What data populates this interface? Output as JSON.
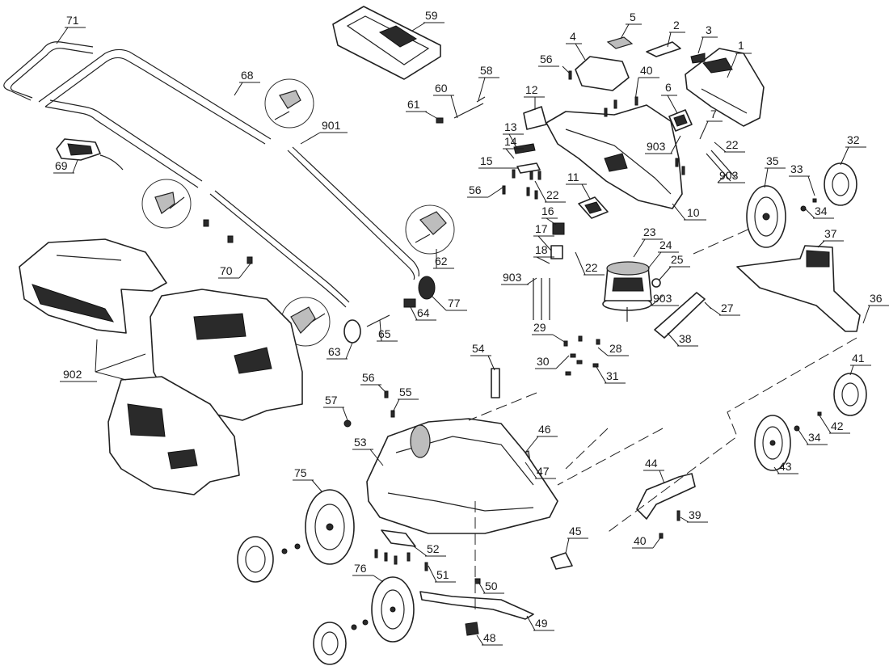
{
  "labels": {
    "p1": "1",
    "p2": "2",
    "p3": "3",
    "p4": "4",
    "p5": "5",
    "p6": "6",
    "p7": "7",
    "p10": "10",
    "p11": "11",
    "p12": "12",
    "p13": "13",
    "p14": "14",
    "p15": "15",
    "p16": "16",
    "p17": "17",
    "p18": "18",
    "p22a": "22",
    "p22b": "22",
    "p22c": "22",
    "p23": "23",
    "p24": "24",
    "p25": "25",
    "p27": "27",
    "p28": "28",
    "p29": "29",
    "p30": "30",
    "p31": "31",
    "p32": "32",
    "p33": "33",
    "p34a": "34",
    "p34b": "34",
    "p35": "35",
    "p36": "36",
    "p37": "37",
    "p38": "38",
    "p39": "39",
    "p40a": "40",
    "p40b": "40",
    "p41": "41",
    "p42": "42",
    "p43": "43",
    "p44": "44",
    "p45": "45",
    "p46": "46",
    "p47": "47",
    "p48": "48",
    "p49": "49",
    "p50": "50",
    "p51": "51",
    "p52": "52",
    "p53": "53",
    "p54": "54",
    "p55": "55",
    "p56a": "56",
    "p56b": "56",
    "p56c": "56",
    "p57": "57",
    "p58": "58",
    "p59": "59",
    "p60": "60",
    "p61": "61",
    "p62": "62",
    "p63": "63",
    "p64": "64",
    "p65": "65",
    "p68": "68",
    "p69": "69",
    "p70": "70",
    "p71": "71",
    "p75": "75",
    "p76": "76",
    "p77": "77",
    "p901": "901",
    "p902": "902",
    "p903a": "903",
    "p903b": "903",
    "p903c": "903",
    "p903d": "903"
  }
}
